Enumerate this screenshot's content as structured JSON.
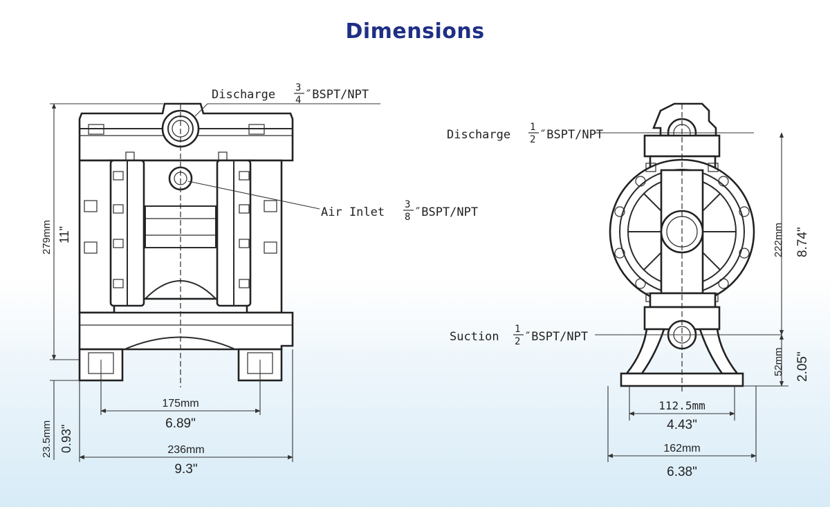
{
  "title": "Dimensions",
  "front_view": {
    "discharge": {
      "label": "Discharge",
      "num": "3",
      "den": "4",
      "suffix": "″BSPT/NPT"
    },
    "air_inlet": {
      "label": "Air Inlet",
      "num": "3",
      "den": "8",
      "suffix": "″BSPT/NPT"
    },
    "height_mm": "279mm",
    "height_in": "11\"",
    "base_mm": "23.5mm",
    "base_in": "0.93\"",
    "foot_spacing_mm": "175mm",
    "foot_spacing_in": "6.89\"",
    "width_mm": "236mm",
    "width_in": "9.3\""
  },
  "side_view": {
    "discharge": {
      "label": "Discharge",
      "num": "1",
      "den": "2",
      "suffix": "″BSPT/NPT"
    },
    "suction": {
      "label": "Suction",
      "num": "1",
      "den": "2",
      "suffix": "″BSPT/NPT"
    },
    "height_mm": "222mm",
    "height_in": "8.74\"",
    "inlet_height_mm": "52mm",
    "inlet_height_in": "2.05\"",
    "foot_spacing_mm": "112.5mm",
    "foot_spacing_in": "4.43\"",
    "width_mm": "162mm",
    "width_in": "6.38\""
  }
}
